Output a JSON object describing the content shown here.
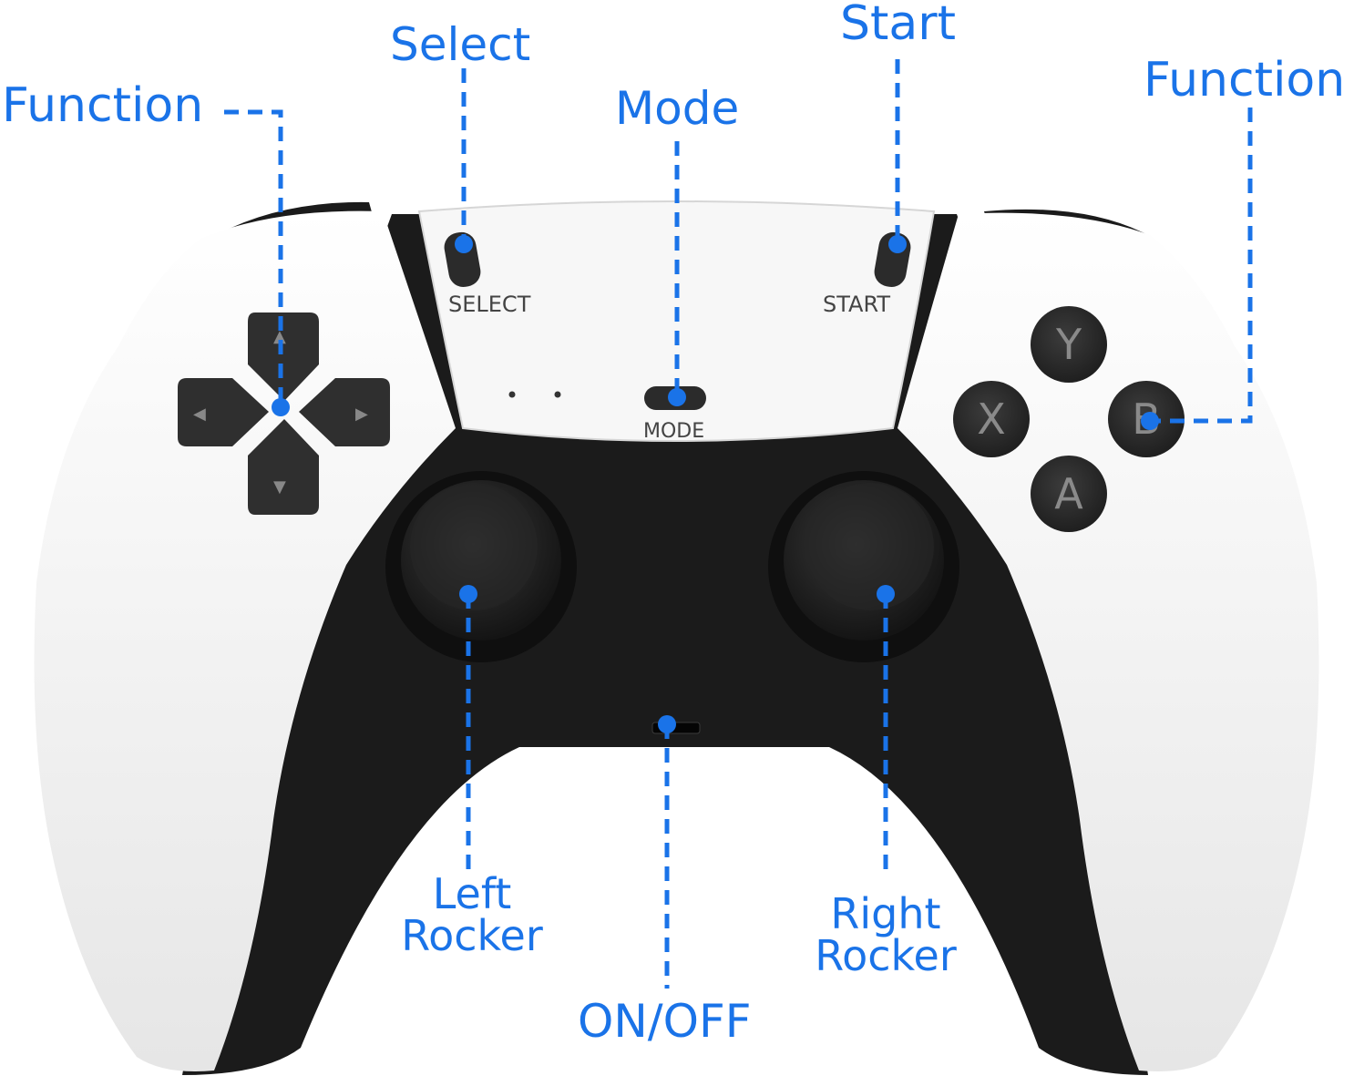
{
  "labels": {
    "function_left": "Function",
    "select": "Select",
    "mode": "Mode",
    "start": "Start",
    "function_right": "Function",
    "left_rocker_line1": "Left",
    "left_rocker_line2": "Rocker",
    "right_rocker_line1": "Right",
    "right_rocker_line2": "Rocker",
    "on_off": "ON/OFF"
  },
  "controller": {
    "select_text": "SELECT",
    "start_text": "START",
    "mode_text": "MODE",
    "face_buttons": {
      "top": "Y",
      "left": "X",
      "right": "B",
      "bottom": "A"
    },
    "dpad_up": "▲",
    "dpad_down": "▼",
    "dpad_left": "◀",
    "dpad_right": "▶"
  },
  "colors": {
    "accent": "#1a73e8",
    "shell": "#f3f3f3",
    "body_black": "#1b1b1b",
    "button": "#2b2b2b"
  }
}
